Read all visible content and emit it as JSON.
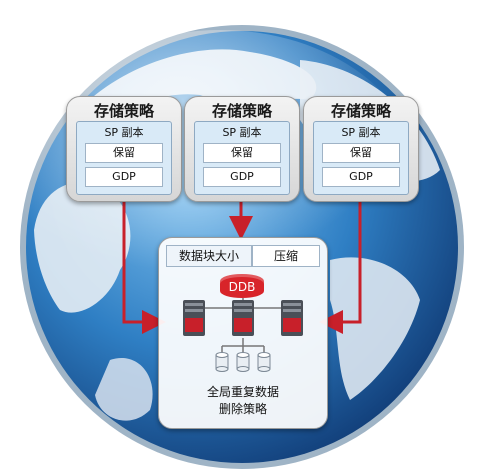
{
  "policies": [
    {
      "title": "存储策略",
      "sp": "SP 副本",
      "row1": "保留",
      "row2": "GDP"
    },
    {
      "title": "存储策略",
      "sp": "SP 副本",
      "row1": "保留",
      "row2": "GDP"
    },
    {
      "title": "存储策略",
      "sp": "SP 副本",
      "row1": "保留",
      "row2": "GDP"
    }
  ],
  "center": {
    "chunk_size": "数据块大小",
    "compression": "压缩",
    "ddb": "DDB",
    "label_line1": "全局重复数据",
    "label_line2": "删除策略"
  },
  "colors": {
    "arrow": "#c8202a",
    "ddb": "#d8242a",
    "ocean": "#2f7fc4",
    "land": "#eef3f8"
  }
}
